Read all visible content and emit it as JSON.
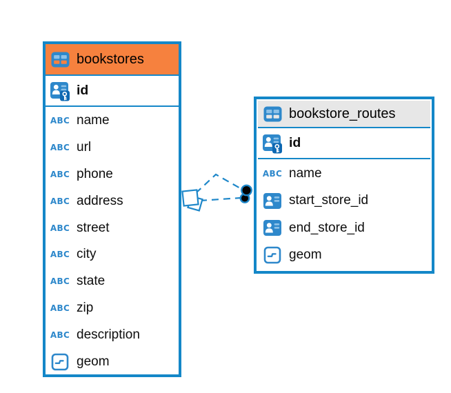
{
  "diagram": {
    "tables": [
      {
        "name": "bookstores",
        "header_bg": "#F6813E",
        "header_icon": "table-icon",
        "primary_key": {
          "label": "id",
          "icon": "primary-key-icon"
        },
        "fields": [
          {
            "label": "name",
            "icon": "text-abc-icon"
          },
          {
            "label": "url",
            "icon": "text-abc-icon"
          },
          {
            "label": "phone",
            "icon": "text-abc-icon"
          },
          {
            "label": "address",
            "icon": "text-abc-icon"
          },
          {
            "label": "street",
            "icon": "text-abc-icon"
          },
          {
            "label": "city",
            "icon": "text-abc-icon"
          },
          {
            "label": "state",
            "icon": "text-abc-icon"
          },
          {
            "label": "zip",
            "icon": "text-abc-icon"
          },
          {
            "label": "description",
            "icon": "text-abc-icon"
          },
          {
            "label": "geom",
            "icon": "geometry-icon"
          }
        ]
      },
      {
        "name": "bookstore_routes",
        "header_bg": "#E7E7E7",
        "header_icon": "table-icon",
        "primary_key": {
          "label": "id",
          "icon": "primary-key-icon"
        },
        "fields": [
          {
            "label": "name",
            "icon": "text-abc-icon"
          },
          {
            "label": "start_store_id",
            "icon": "reference-icon"
          },
          {
            "label": "end_store_id",
            "icon": "reference-icon"
          },
          {
            "label": "geom",
            "icon": "geometry-icon"
          }
        ]
      }
    ],
    "connector": {
      "style": "dashed",
      "color": "#1E87C9",
      "left_marker": "geometry-diamond-marker",
      "right_marker": "endpoint-dot-marker"
    },
    "colors": {
      "border_blue": "#1487C8",
      "icon_blue": "#2E88CB",
      "icon_cell_light": "#8CC1E8",
      "key_box_blue": "#0E68B2",
      "header_orange": "#F6813E",
      "header_gray": "#E7E7E7",
      "text": "#0d0d0d"
    }
  }
}
